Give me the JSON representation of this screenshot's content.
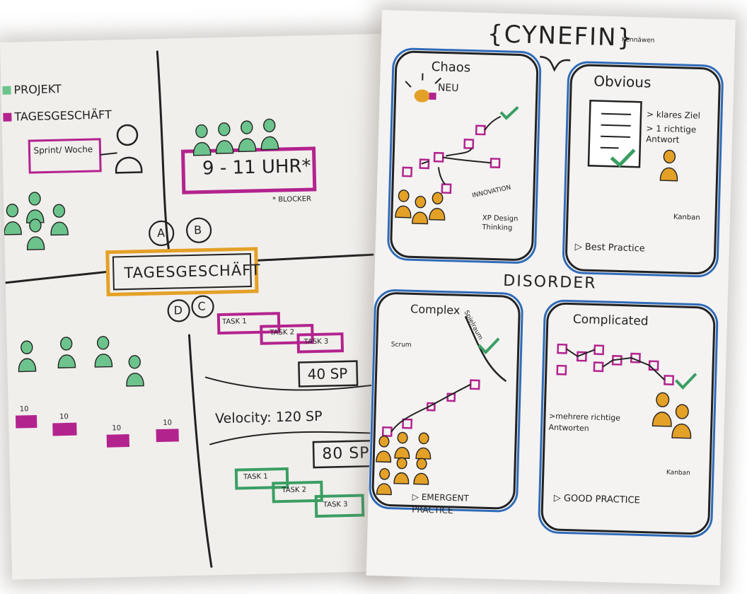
{
  "left_board": {
    "legend": {
      "project": "PROJEKT",
      "daily": "TAGESGESCHÄFT"
    },
    "sprint_label": "Sprint/ Woche",
    "meeting_time": "9 - 11 UHR*",
    "blocker_note": "* BLOCKER",
    "quadrant_a": "A",
    "quadrant_b": "B",
    "quadrant_c": "C",
    "quadrant_d": "D",
    "center_title": "TAGESGESCHÄFT",
    "tasks_top": [
      "TASK 1",
      "TASK 2",
      "TASK 3"
    ],
    "sp_top": "40 SP",
    "velocity": "Velocity: 120 SP",
    "sp_bottom": "80 SP",
    "tasks_bottom": [
      "TASK 1",
      "TASK 2",
      "TASK 3"
    ],
    "box_values": [
      "10",
      "10",
      "10",
      "10"
    ]
  },
  "right_board": {
    "title": "{CYNEFIN}",
    "title_sub": "Kennäwen",
    "chaos": {
      "title": "Chaos",
      "new": "NEU",
      "innovation": "INNOVATION",
      "practices": "XP Design Thinking"
    },
    "obvious": {
      "title": "Obvious",
      "point1": "> klares Ziel",
      "point2": "> 1 richtige Antwort",
      "practice": "Kanban",
      "footer": "▷ Best Practice"
    },
    "disorder": "DISORDER",
    "complex": {
      "title": "Complex",
      "space": "Spielraum",
      "method": "Scrum",
      "footer": "▷ EMERGENT PRACTICE"
    },
    "complicated": {
      "title": "Complicated",
      "point1": ">mehrere richtige Antworten",
      "practice": "Kanban",
      "footer": "▷ GOOD PRACTICE"
    }
  },
  "colors": {
    "green": "#6cc48c",
    "magenta": "#b3238e",
    "orange": "#e4a127",
    "blue": "#2f6bb8",
    "ink": "#222222"
  }
}
